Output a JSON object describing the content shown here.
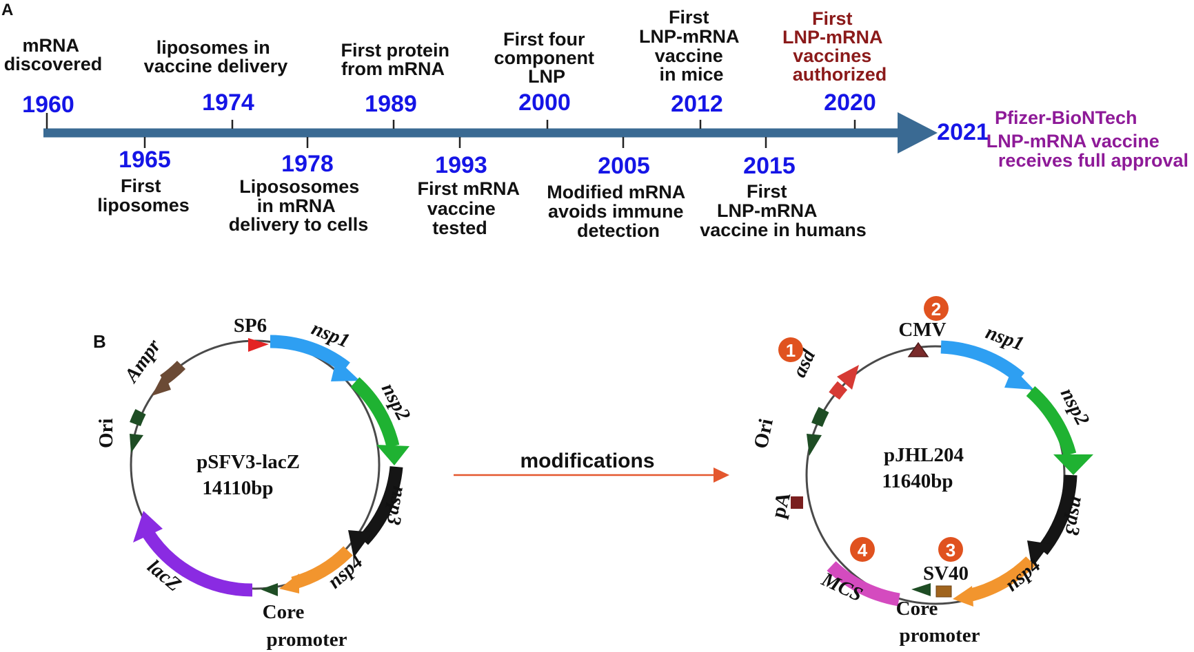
{
  "panel_a": {
    "label": "A",
    "timeline": [
      {
        "year": "1960",
        "text": [
          "mRNA",
          "discovered"
        ]
      },
      {
        "year": "1965",
        "text": [
          "First",
          "liposomes"
        ]
      },
      {
        "year": "1974",
        "text": [
          "liposomes in",
          "vaccine delivery"
        ]
      },
      {
        "year": "1978",
        "text": [
          "Liposo­somes",
          "in mRNA",
          "delivery to cells"
        ]
      },
      {
        "year": "1989",
        "text": [
          "First protein",
          "from mRNA"
        ]
      },
      {
        "year": "1993",
        "text": [
          "First mRNA",
          "vaccine",
          "tested"
        ]
      },
      {
        "year": "2000",
        "text": [
          "First four",
          "component",
          "LNP"
        ]
      },
      {
        "year": "2005",
        "text": [
          "Modified mRNA",
          "avoids immune",
          "detection"
        ]
      },
      {
        "year": "2012",
        "text": [
          "First",
          "LNP-mRNA",
          "vaccine",
          "in mice"
        ]
      },
      {
        "year": "2015",
        "text": [
          "First",
          "LNP-mRNA",
          "vaccine in humans"
        ]
      },
      {
        "year": "2020",
        "text": [
          "First",
          "LNP-mRNA",
          "vaccines",
          "authorized"
        ]
      },
      {
        "year": "2021",
        "text": [
          "Pfizer-BioNTech",
          "LNP-mRNA vaccine",
          "receives full approval"
        ]
      }
    ],
    "colors": {
      "axis": "#3a6a93",
      "year": "#1515e6",
      "authorized": "#8b1a1a",
      "approval": "#8e1a98"
    }
  },
  "panel_b": {
    "label": "B",
    "arrow_label": "modifications",
    "plasmid_left": {
      "name": "pSFV3-lacZ",
      "size": "14110bp",
      "features": [
        "SP6",
        "nsp1",
        "nsp2",
        "nsp3",
        "nsp4",
        "Core",
        "promoter",
        "lacZ",
        "Ori",
        "Ampr"
      ]
    },
    "plasmid_right": {
      "name": "pJHL204",
      "size": "11640bp",
      "features": [
        "CMV",
        "nsp1",
        "nsp2",
        "nsp3",
        "nsp4",
        "SV40",
        "Core",
        "promoter",
        "MCS",
        "pA",
        "Ori",
        "asd"
      ],
      "markers": [
        "1",
        "2",
        "3",
        "4"
      ]
    }
  }
}
